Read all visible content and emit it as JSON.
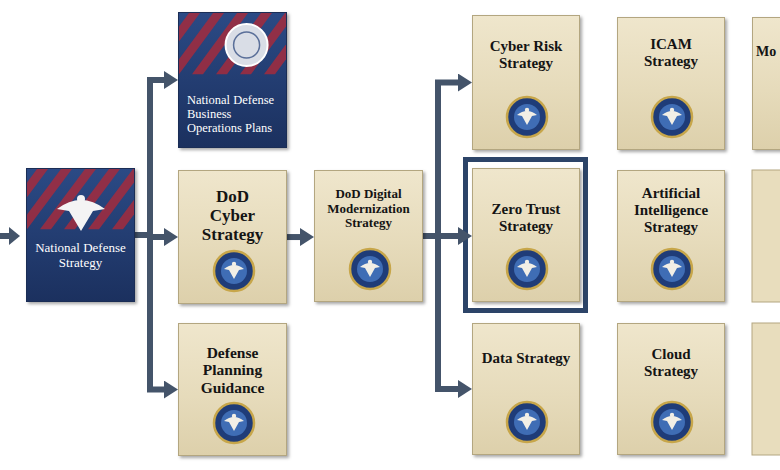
{
  "diagram": {
    "nodes": [
      {
        "text": [
          "National Defense Strategy"
        ]
      },
      {
        "text": [
          "National Defense Business Operations Plans"
        ]
      },
      {
        "text": [
          "DoD Cyber Strategy"
        ]
      },
      {
        "text": [
          "Defense Planning Guidance"
        ]
      },
      {
        "text": [
          "DoD Digital Modernization Strategy"
        ]
      },
      {
        "text": [
          "Cyber Risk Strategy"
        ]
      },
      {
        "text": [
          "Zero Trust Strategy"
        ]
      },
      {
        "text": [
          "Data Strategy"
        ]
      },
      {
        "text": [
          "ICAM Strategy"
        ]
      },
      {
        "text": [
          "Artificial Intelligence Strategy"
        ]
      },
      {
        "text": [
          "Cloud Strategy"
        ]
      },
      {
        "text": [
          "Mo"
        ]
      }
    ],
    "edges": [
      {
        "from": 0,
        "to": 1,
        "arrow": "to"
      },
      {
        "from": 0,
        "to": 2,
        "arrow": "to"
      },
      {
        "from": 0,
        "to": 3,
        "arrow": "to"
      },
      {
        "from": 2,
        "to": 4,
        "arrow": "to"
      },
      {
        "from": 4,
        "to": 5,
        "arrow": "to"
      },
      {
        "from": 4,
        "to": 6,
        "arrow": "to"
      },
      {
        "from": 4,
        "to": 7,
        "arrow": "to"
      }
    ]
  }
}
